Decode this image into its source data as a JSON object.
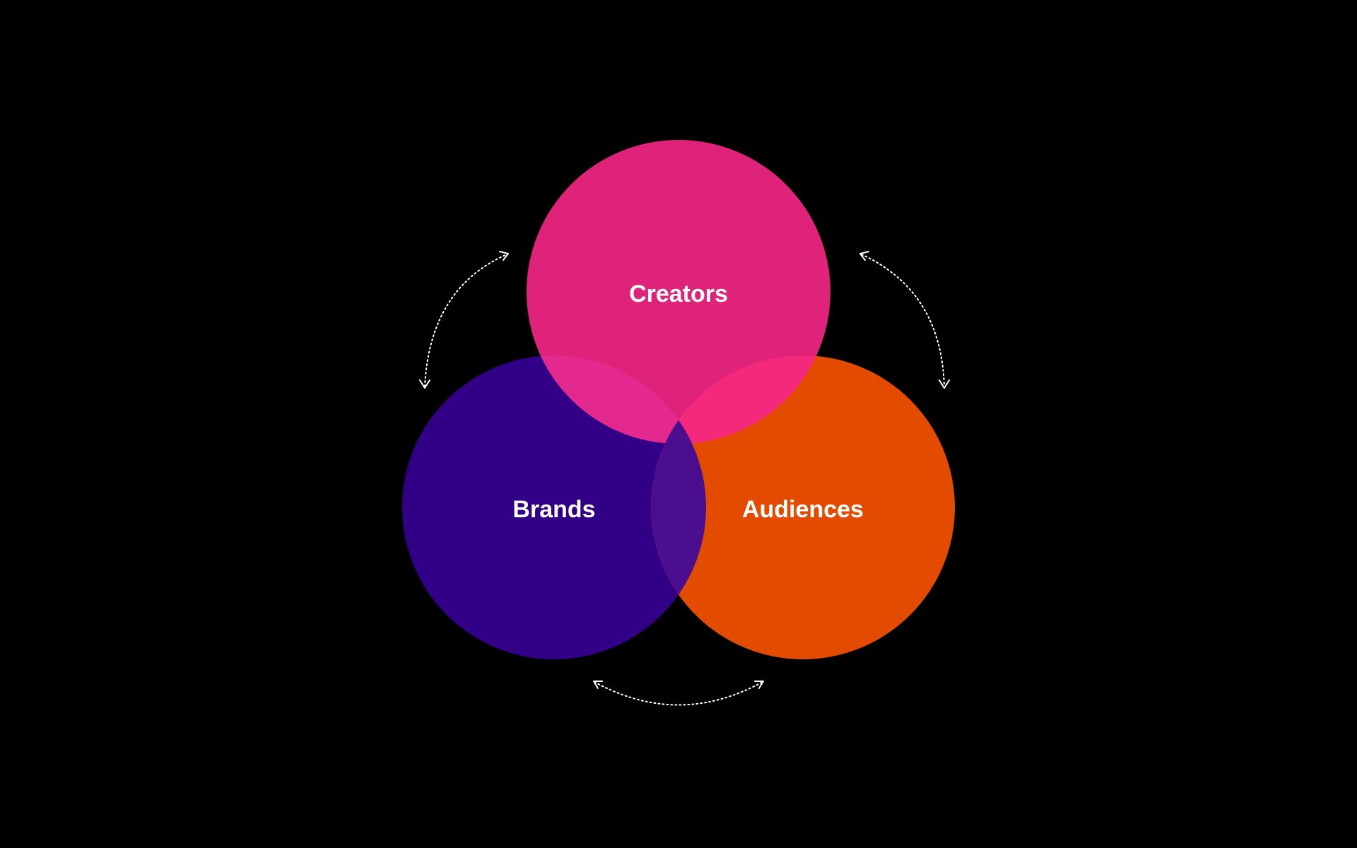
{
  "diagram": {
    "type": "venn",
    "background_color": "#000000",
    "circles": [
      {
        "id": "creators",
        "label": "Creators",
        "color": "#e0237a"
      },
      {
        "id": "brands",
        "label": "Brands",
        "color": "#310086"
      },
      {
        "id": "audiences",
        "label": "Audiences",
        "color": "#e34c00"
      }
    ],
    "overlap_colors": {
      "creators_brands": "#e3288e",
      "creators_audiences": "#f4297c",
      "brands_audiences": "#4b0e8e"
    },
    "relationships": [
      {
        "from": "brands",
        "to": "creators",
        "style": "dotted-bidirectional-arrow"
      },
      {
        "from": "creators",
        "to": "audiences",
        "style": "dotted-bidirectional-arrow"
      },
      {
        "from": "brands",
        "to": "audiences",
        "style": "dotted-bidirectional-arrow"
      }
    ]
  }
}
